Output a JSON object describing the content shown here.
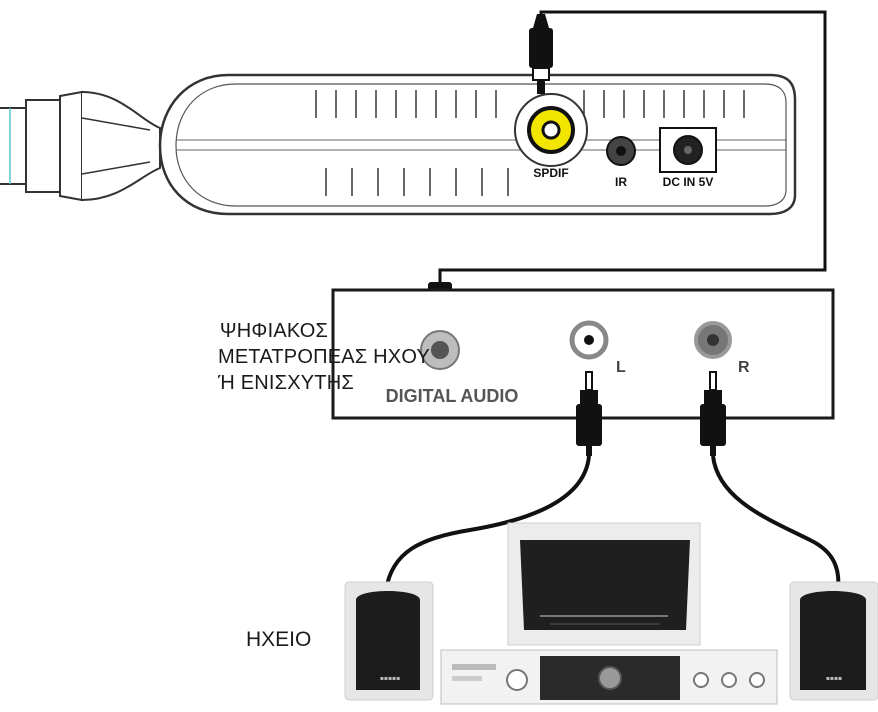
{
  "device": {
    "ports": {
      "spdif": "SPDIF",
      "ir": "IR",
      "dc_in": "DC IN 5V"
    }
  },
  "converter": {
    "label_lines": [
      "ΨΗΦΙΑΚΟΣ",
      "ΜΕΤΑΤΡΟΠΕΑΣ ΗΧΟΥ",
      "Ή ΕΝΙΣΧΥΤΗΣ"
    ],
    "ports": {
      "digital_audio": "DIGITAL AUDIO",
      "left": "L",
      "right": "R"
    }
  },
  "speaker": {
    "label": "ΗΧΕΙΟ"
  },
  "colors": {
    "spdif_jack": "#f2e600",
    "outline": "#1a1a1a",
    "cable": "#111111",
    "speaker_body": "#1c1c1c",
    "stand": "#e6e6e6"
  }
}
